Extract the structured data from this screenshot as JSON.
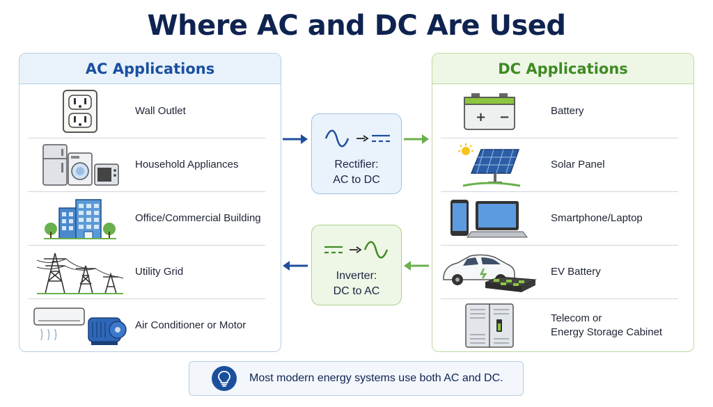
{
  "title": "Where AC and DC Are Used",
  "ac": {
    "header": "AC Applications",
    "items": [
      {
        "label": "Wall Outlet",
        "icon": "wall-outlet-icon"
      },
      {
        "label": "Household Appliances",
        "icon": "household-appliances-icon"
      },
      {
        "label": "Office/Commercial Building",
        "icon": "office-building-icon"
      },
      {
        "label": "Utility Grid",
        "icon": "transmission-tower-icon"
      },
      {
        "label": "Air Conditioner or Motor",
        "icon": "air-conditioner-motor-icon"
      }
    ]
  },
  "dc": {
    "header": "DC Applications",
    "items": [
      {
        "label": "Battery",
        "icon": "battery-icon"
      },
      {
        "label": "Solar Panel",
        "icon": "solar-panel-icon"
      },
      {
        "label": "Smartphone/Laptop",
        "icon": "smartphone-laptop-icon"
      },
      {
        "label": "EV Battery",
        "icon": "ev-battery-icon"
      },
      {
        "label": "Telecom or\nEnergy Storage Cabinet",
        "icon": "storage-cabinet-icon"
      }
    ]
  },
  "rectifier": {
    "line1": "Rectifier:",
    "line2": "AC to DC"
  },
  "inverter": {
    "line1": "Inverter:",
    "line2": "DC to AC"
  },
  "note": "Most modern energy systems use both AC and DC.",
  "colors": {
    "navy": "#0f2350",
    "ac_blue": "#1a4fa0",
    "dc_green": "#3f8a23",
    "ac_panel": "#e9f2fb",
    "dc_panel": "#eef6e6"
  }
}
